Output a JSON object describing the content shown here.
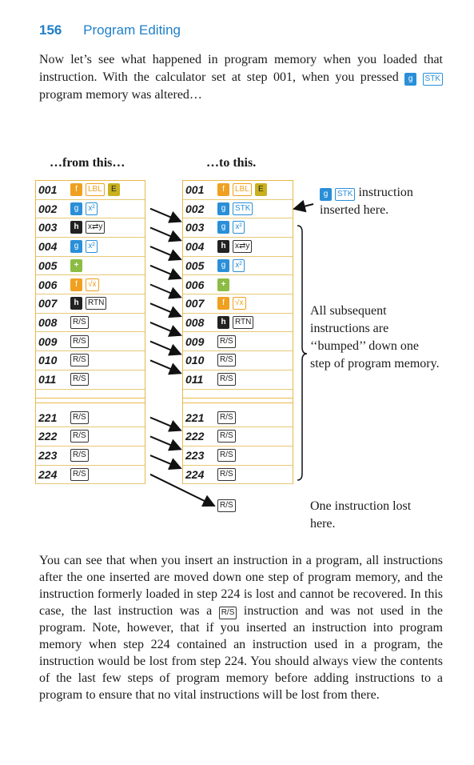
{
  "header": {
    "page_number": "156",
    "section": "Program Editing"
  },
  "intro_text": "Now let’s see what happened in program memory when you loaded that instruction. With the calculator set at step 001, when you pressed",
  "intro_keys": [
    "g",
    "STK"
  ],
  "intro_tail": "program memory was altered…",
  "captions": {
    "from": "…from this…",
    "to": "…to this."
  },
  "from_table": [
    {
      "step": "001",
      "keys": [
        {
          "t": "f",
          "c": "f"
        },
        {
          "t": "LBL",
          "c": "orange"
        },
        {
          "t": "E",
          "c": "e"
        }
      ]
    },
    {
      "step": "002",
      "keys": [
        {
          "t": "g",
          "c": "g"
        },
        {
          "t": "x²",
          "c": "blue"
        }
      ]
    },
    {
      "step": "003",
      "keys": [
        {
          "t": "h",
          "c": "h"
        },
        {
          "t": "x⇄y",
          "c": ""
        }
      ]
    },
    {
      "step": "004",
      "keys": [
        {
          "t": "g",
          "c": "g"
        },
        {
          "t": "x²",
          "c": "blue"
        }
      ]
    },
    {
      "step": "005",
      "keys": [
        {
          "t": "+",
          "c": "gr"
        }
      ]
    },
    {
      "step": "006",
      "keys": [
        {
          "t": "f",
          "c": "f"
        },
        {
          "t": "√x",
          "c": "orange"
        }
      ]
    },
    {
      "step": "007",
      "keys": [
        {
          "t": "h",
          "c": "h"
        },
        {
          "t": "RTN",
          "c": ""
        }
      ]
    },
    {
      "step": "008",
      "keys": [
        {
          "t": "R/S",
          "c": ""
        }
      ]
    },
    {
      "step": "009",
      "keys": [
        {
          "t": "R/S",
          "c": ""
        }
      ]
    },
    {
      "step": "010",
      "keys": [
        {
          "t": "R/S",
          "c": ""
        }
      ]
    },
    {
      "step": "011",
      "keys": [
        {
          "t": "R/S",
          "c": ""
        }
      ]
    }
  ],
  "from_tail": [
    {
      "step": "221",
      "keys": [
        {
          "t": "R/S",
          "c": ""
        }
      ]
    },
    {
      "step": "222",
      "keys": [
        {
          "t": "R/S",
          "c": ""
        }
      ]
    },
    {
      "step": "223",
      "keys": [
        {
          "t": "R/S",
          "c": ""
        }
      ]
    },
    {
      "step": "224",
      "keys": [
        {
          "t": "R/S",
          "c": ""
        }
      ]
    }
  ],
  "to_table": [
    {
      "step": "001",
      "keys": [
        {
          "t": "f",
          "c": "f"
        },
        {
          "t": "LBL",
          "c": "orange"
        },
        {
          "t": "E",
          "c": "e"
        }
      ]
    },
    {
      "step": "002",
      "keys": [
        {
          "t": "g",
          "c": "g"
        },
        {
          "t": "STK",
          "c": "blue"
        }
      ]
    },
    {
      "step": "003",
      "keys": [
        {
          "t": "g",
          "c": "g"
        },
        {
          "t": "x²",
          "c": "blue"
        }
      ]
    },
    {
      "step": "004",
      "keys": [
        {
          "t": "h",
          "c": "h"
        },
        {
          "t": "x⇄y",
          "c": ""
        }
      ]
    },
    {
      "step": "005",
      "keys": [
        {
          "t": "g",
          "c": "g"
        },
        {
          "t": "x²",
          "c": "blue"
        }
      ]
    },
    {
      "step": "006",
      "keys": [
        {
          "t": "+",
          "c": "gr"
        }
      ]
    },
    {
      "step": "007",
      "keys": [
        {
          "t": "f",
          "c": "f"
        },
        {
          "t": "√x",
          "c": "orange"
        }
      ]
    },
    {
      "step": "008",
      "keys": [
        {
          "t": "h",
          "c": "h"
        },
        {
          "t": "RTN",
          "c": ""
        }
      ]
    },
    {
      "step": "009",
      "keys": [
        {
          "t": "R/S",
          "c": ""
        }
      ]
    },
    {
      "step": "010",
      "keys": [
        {
          "t": "R/S",
          "c": ""
        }
      ]
    },
    {
      "step": "011",
      "keys": [
        {
          "t": "R/S",
          "c": ""
        }
      ]
    }
  ],
  "to_tail": [
    {
      "step": "221",
      "keys": [
        {
          "t": "R/S",
          "c": ""
        }
      ]
    },
    {
      "step": "222",
      "keys": [
        {
          "t": "R/S",
          "c": ""
        }
      ]
    },
    {
      "step": "223",
      "keys": [
        {
          "t": "R/S",
          "c": ""
        }
      ]
    },
    {
      "step": "224",
      "keys": [
        {
          "t": "R/S",
          "c": ""
        }
      ]
    }
  ],
  "lost_key": "R/S",
  "notes": {
    "inserted_keys": [
      "g",
      "STK"
    ],
    "inserted_text": "instruction inserted here.",
    "bumped_text": "All subsequent instructions are ‘‘bumped’’ down one step of program memory.",
    "lost_text": "One instruction lost here."
  },
  "body_text": "You can see that when you insert an instruction in a program, all instructions after the one inserted are moved down one step of program memory, and the instruction formerly loaded in step 224 is lost and cannot be recovered. In this case, the last instruction was a",
  "body_key": "R/S",
  "body_text2": "instruction and was not used in the program. Note, however, that if you inserted an instruction into program memory when step 224 contained an instruction used in a program, the instruction would be lost from step 224. You should always view the contents of the last few steps of program memory before adding instructions to a program to ensure that no vital instructions will be lost from there."
}
